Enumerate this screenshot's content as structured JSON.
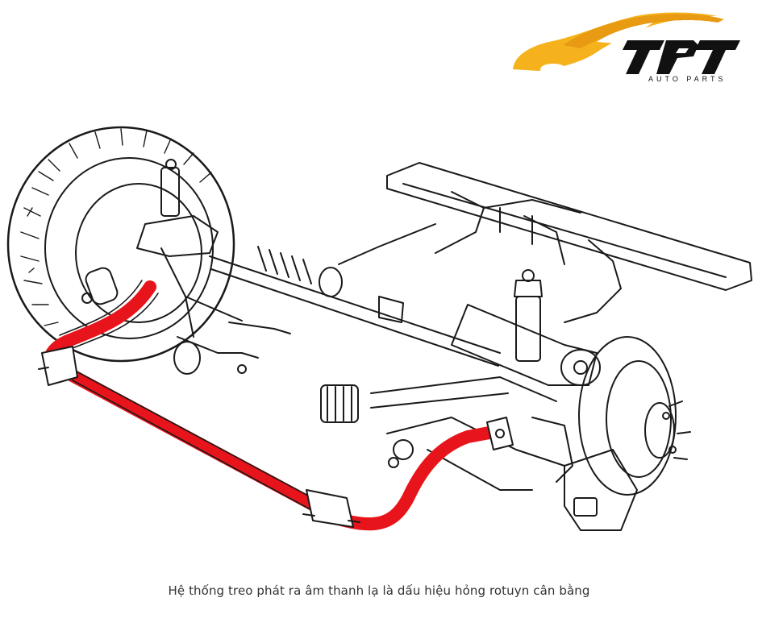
{
  "brand": {
    "name": "TPT",
    "tagline": "AUTO PARTS",
    "accent_color": "#F6B21C",
    "text_color": "#111111"
  },
  "illustration": {
    "highlight_color": "#E8141B",
    "line_color": "#1a1a1a",
    "icon": "suspension-diagram"
  },
  "caption": {
    "text": "Hệ thống treo phát ra âm thanh lạ là dấu hiệu hỏng rotuyn cân bằng"
  }
}
